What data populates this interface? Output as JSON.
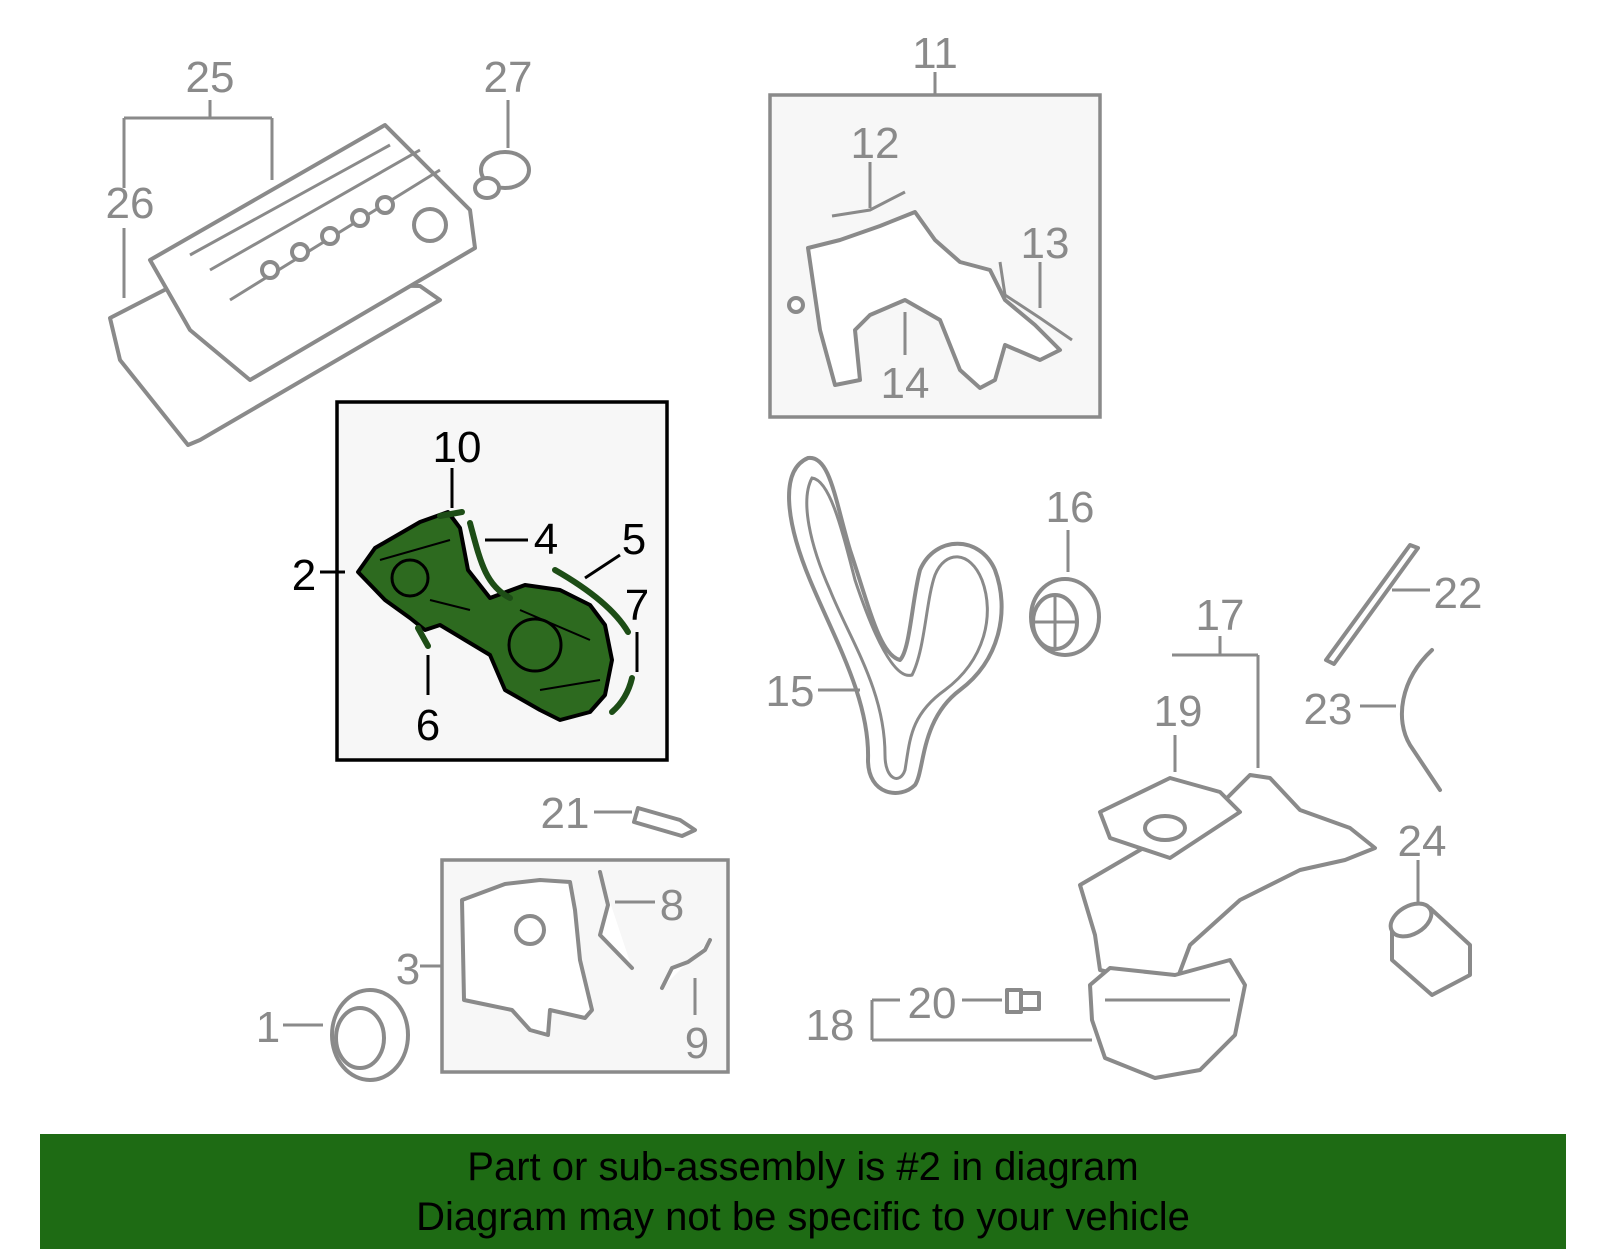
{
  "callouts": {
    "c1": "1",
    "c2": "2",
    "c3": "3",
    "c4": "4",
    "c5": "5",
    "c6": "6",
    "c7": "7",
    "c8": "8",
    "c9": "9",
    "c10": "10",
    "c11": "11",
    "c12": "12",
    "c13": "13",
    "c14": "14",
    "c15": "15",
    "c16": "16",
    "c17": "17",
    "c18": "18",
    "c19": "19",
    "c20": "20",
    "c21": "21",
    "c22": "22",
    "c23": "23",
    "c24": "24",
    "c25": "25",
    "c26": "26",
    "c27": "27"
  },
  "highlighted_part": "2",
  "colors": {
    "highlight_fill": "#2d6a1f",
    "banner_bg": "#1e6b14",
    "callout_gray": "#8a8a8a",
    "callout_highlight": "#000000"
  },
  "banner": {
    "line1": "Part or sub-assembly is #2 in diagram",
    "line2": "Diagram may not be specific to your vehicle"
  }
}
